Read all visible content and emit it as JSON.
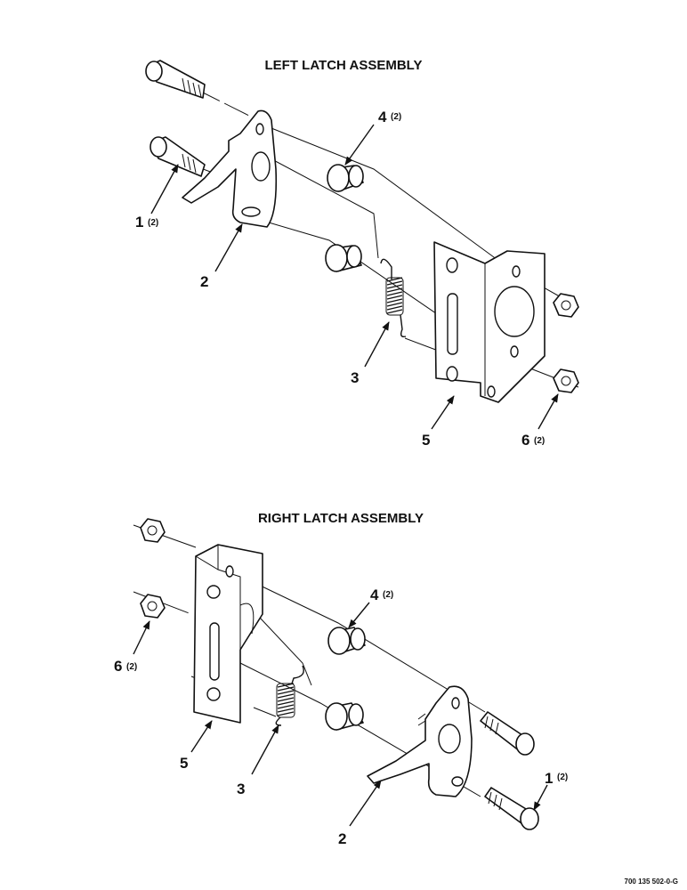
{
  "left_assembly": {
    "title": "LEFT LATCH ASSEMBLY",
    "callouts": {
      "c1": {
        "num": "1",
        "qty": "(2)"
      },
      "c2": {
        "num": "2"
      },
      "c3": {
        "num": "3"
      },
      "c4": {
        "num": "4",
        "qty": "(2)"
      },
      "c5": {
        "num": "5"
      },
      "c6": {
        "num": "6",
        "qty": "(2)"
      }
    }
  },
  "right_assembly": {
    "title": "RIGHT LATCH ASSEMBLY",
    "callouts": {
      "c1": {
        "num": "1",
        "qty": "(2)"
      },
      "c2": {
        "num": "2"
      },
      "c3": {
        "num": "3"
      },
      "c4": {
        "num": "4",
        "qty": "(2)"
      },
      "c5": {
        "num": "5"
      },
      "c6": {
        "num": "6",
        "qty": "(2)"
      }
    }
  },
  "drawing_ref": "700 135 502-0-G"
}
